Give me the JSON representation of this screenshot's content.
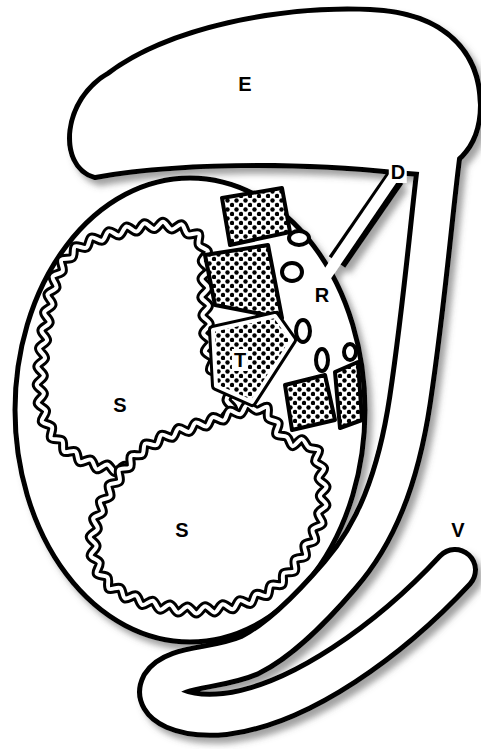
{
  "diagram": {
    "labels": [
      "E",
      "D",
      "R",
      "T",
      "S",
      "S",
      "V"
    ]
  }
}
